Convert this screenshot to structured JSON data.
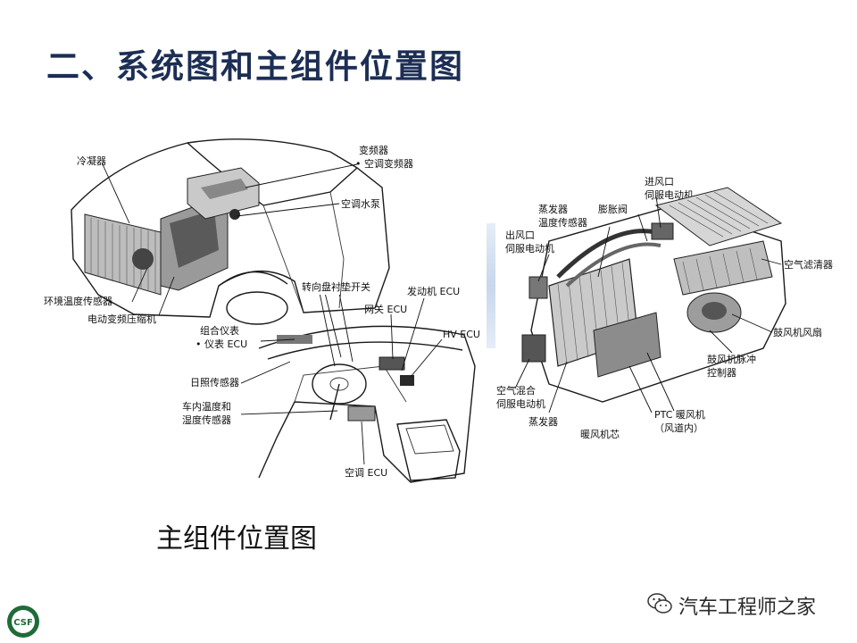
{
  "slide": {
    "title": "二、系统图和主组件位置图",
    "caption": "主组件位置图"
  },
  "figure_left_top": {
    "labels": {
      "condenser": "冷凝器",
      "inverter": "变频器",
      "ac_inverter": "• 空调变频器",
      "ac_water_pump": "空调水泵",
      "ambient_temp_sensor": "环境温度传感器",
      "electric_compressor": "电动变频压缩机"
    }
  },
  "figure_left_bottom": {
    "labels": {
      "steering_pad_switch": "转向盘衬垫开关",
      "engine_ecu": "发动机 ECU",
      "gateway_ecu": "网关 ECU",
      "hv_ecu": "HV ECU",
      "combination_meter": "组合仪表",
      "meter_ecu": "• 仪表 ECU",
      "solar_sensor": "日照传感器",
      "cabin_temp_line1": "车内温度和",
      "cabin_temp_line2": "湿度传感器",
      "ac_ecu": "空调 ECU"
    }
  },
  "figure_right": {
    "labels": {
      "intake_servo_line1": "进风口",
      "intake_servo_line2": "伺服电动机",
      "evap_temp_line1": "蒸发器",
      "evap_temp_line2": "温度传感器",
      "expansion_valve": "膨胀阀",
      "outlet_servo_line1": "出风口",
      "outlet_servo_line2": "伺服电动机",
      "air_filter": "空气滤清器",
      "blower_fan": "鼓风机风扇",
      "blower_pulse_line1": "鼓风机脉冲",
      "blower_pulse_line2": "控制器",
      "air_mix_servo_line1": "空气混合",
      "air_mix_servo_line2": "伺服电动机",
      "evaporator": "蒸发器",
      "ptc_heater_line1": "PTC 暖风机",
      "ptc_heater_line2": "（风道内）",
      "heater_core": "暖风机芯"
    }
  },
  "watermark": {
    "text": "汽车工程师之家",
    "icon": "wechat-icon"
  },
  "logo": {
    "text": "CSF",
    "icon": "society-logo"
  }
}
